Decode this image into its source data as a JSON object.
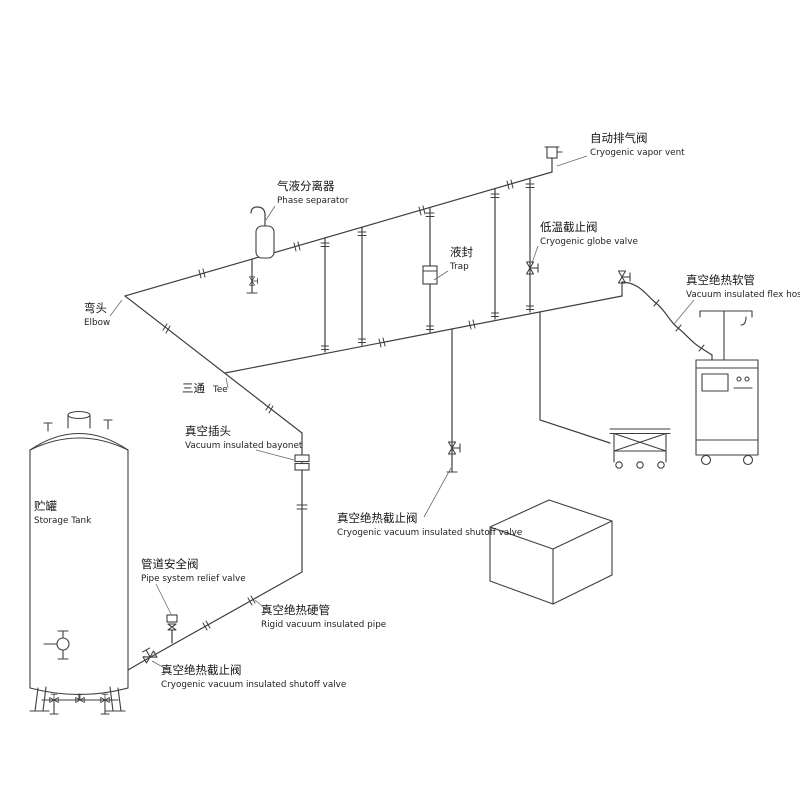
{
  "diagram": {
    "background_color": "#ffffff",
    "line_color": "#3f3f3f",
    "text_color": "#151515",
    "labels": {
      "vapor_vent": {
        "zh": "自动排气阀",
        "en": "Cryogenic vapor vent"
      },
      "phase_separator": {
        "zh": "气液分离器",
        "en": "Phase separator"
      },
      "trap": {
        "zh": "液封",
        "en": "Trap"
      },
      "globe_valve": {
        "zh": "低温截止阀",
        "en": "Cryogenic globe valve"
      },
      "flex_hose": {
        "zh": "真空绝热软管",
        "en": "Vacuum insulated flex hose"
      },
      "elbow": {
        "zh": "弯头",
        "en": "Elbow"
      },
      "tee": {
        "zh": "三通",
        "en": "Tee"
      },
      "bayonet": {
        "zh": "真空插头",
        "en": "Vacuum insulated bayonet"
      },
      "storage_tank": {
        "zh": "贮罐",
        "en": "Storage Tank"
      },
      "relief_valve": {
        "zh": "管道安全阀",
        "en": "Pipe system relief valve"
      },
      "shutoff_valve_mid": {
        "zh": "真空绝热截止阀",
        "en": "Cryogenic vacuum insulated shutoff valve"
      },
      "rigid_pipe": {
        "zh": "真空绝热硬管",
        "en": "Rigid vacuum insulated pipe"
      },
      "shutoff_valve_tank": {
        "zh": "真空绝热截止阀",
        "en": "Cryogenic vacuum insulated shutoff valve"
      }
    }
  }
}
